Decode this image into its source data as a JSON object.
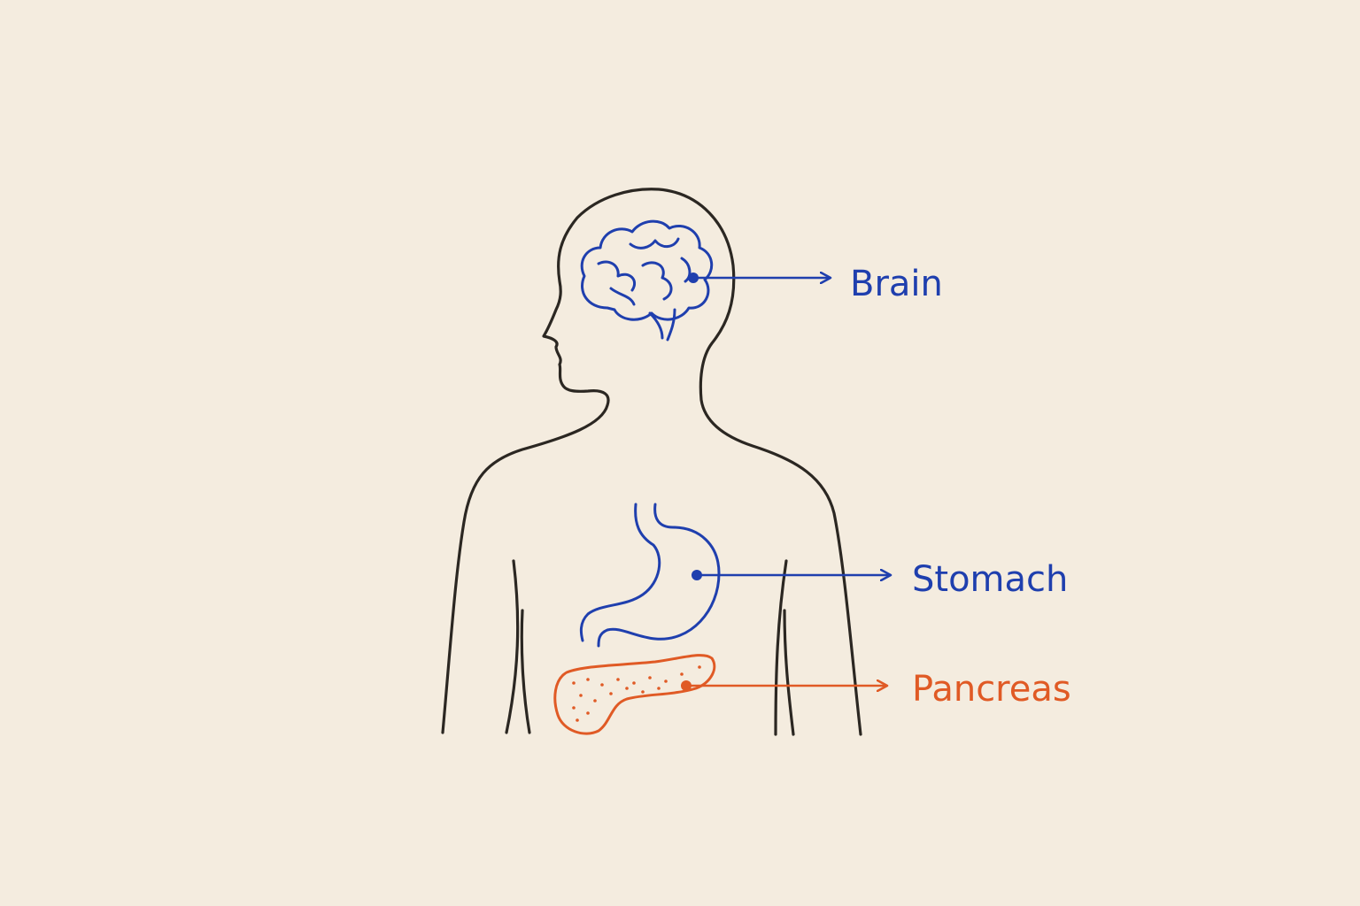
{
  "colors": {
    "background": "#f4ecdf",
    "outline": "#2b2722",
    "blue": "#1f3fae",
    "orange": "#e05a25"
  },
  "labels": {
    "brain": "Brain",
    "stomach": "Stomach",
    "pancreas": "Pancreas"
  },
  "icons": {
    "brain": "brain-icon",
    "stomach": "stomach-icon",
    "pancreas": "pancreas-icon"
  }
}
